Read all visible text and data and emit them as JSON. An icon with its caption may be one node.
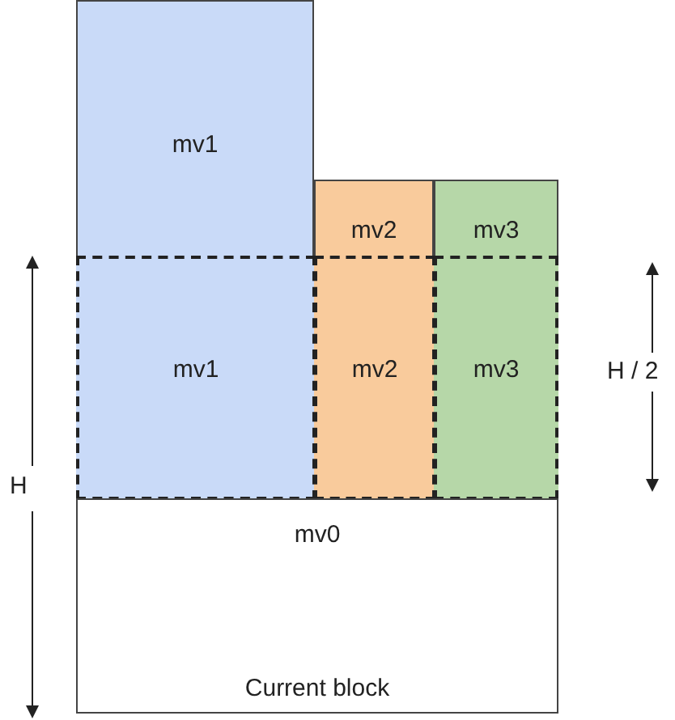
{
  "diagram": {
    "nodes": [
      {
        "text": [
          "mv1"
        ]
      },
      {
        "text": [
          "mv2"
        ]
      },
      {
        "text": [
          "mv3"
        ]
      },
      {
        "text": [
          "mv1"
        ]
      },
      {
        "text": [
          "mv2"
        ]
      },
      {
        "text": [
          "mv3"
        ]
      },
      {
        "text": [
          "mv0",
          "Current block"
        ]
      }
    ],
    "edges": [],
    "labels": [
      "H / 2",
      "H"
    ]
  }
}
